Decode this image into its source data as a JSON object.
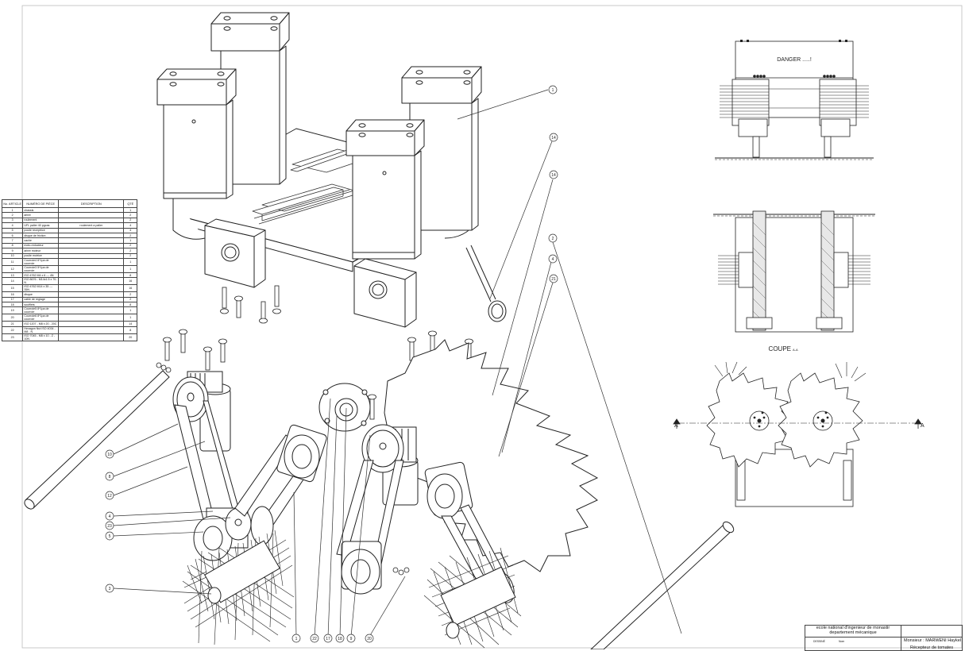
{
  "bom": {
    "headers": {
      "item": "No. ARTICLE",
      "part": "NUMÉRO DE PIÈCE",
      "desc": "DESCRIPTION",
      "qty": "QTÉ"
    },
    "rows": [
      {
        "n": "1",
        "part": "chassis",
        "desc": "",
        "q": "1"
      },
      {
        "n": "2",
        "part": "arbre",
        "desc": "",
        "q": "2"
      },
      {
        "n": "3",
        "part": "roulement",
        "desc": "",
        "q": "2"
      },
      {
        "n": "4",
        "part": "UFL palier 40 pgcas",
        "desc": "roulement a palier",
        "q": "4"
      },
      {
        "n": "5",
        "part": "poulie receptrice",
        "desc": "",
        "q": "4"
      },
      {
        "n": "6",
        "part": "disque de friction",
        "desc": "",
        "q": "2"
      },
      {
        "n": "7",
        "part": "cache",
        "desc": "",
        "q": "1"
      },
      {
        "n": "8",
        "part": "moto-reducteur",
        "desc": "",
        "q": "2"
      },
      {
        "n": "9",
        "part": "arbre moteur",
        "desc": "",
        "q": "2"
      },
      {
        "n": "10",
        "part": "poulie motrice",
        "desc": "",
        "q": "2"
      },
      {
        "n": "11",
        "part": "Courroie4 6*1pa de courroie",
        "desc": "",
        "q": "1"
      },
      {
        "n": "12",
        "part": "Courroie3 5*1pa de courroie",
        "desc": "",
        "q": "1"
      },
      {
        "n": "13",
        "part": "ISO 4762 M4 x 6 --- 4N",
        "desc": "",
        "q": "8"
      },
      {
        "n": "14",
        "part": "ISO 8676 - M14x1.5 x 70-N",
        "desc": "",
        "q": "16"
      },
      {
        "n": "15",
        "part": "ISO 4762 M14 x 35 --- 35N",
        "desc": "",
        "q": "16"
      },
      {
        "n": "16",
        "part": "disque",
        "desc": "",
        "q": "2"
      },
      {
        "n": "17",
        "part": "cable de reglage",
        "desc": "",
        "q": "2"
      },
      {
        "n": "18",
        "part": "soufflets",
        "desc": "",
        "q": "8"
      },
      {
        "n": "19",
        "part": "Courroie5 8*1pa de courroie",
        "desc": "",
        "q": "1"
      },
      {
        "n": "20",
        "part": "Courroie6 8*1pa de courroie",
        "desc": "",
        "q": "1"
      },
      {
        "n": "21",
        "part": "ISO 1207 - M8 x 20 - 20C",
        "desc": "",
        "q": "14"
      },
      {
        "n": "22",
        "part": "Hexagon Nut ISO 4034 - M8 - N",
        "desc": "",
        "q": "8"
      },
      {
        "n": "23",
        "part": "ISO 7045 - M8 x 10 - Z - 10N",
        "desc": "",
        "q": "20"
      }
    ]
  },
  "balloons": {
    "b1a": "1",
    "b14a": "14",
    "b14b": "14",
    "b2a": "2",
    "b4a": "4",
    "b21a": "21",
    "b10": "10",
    "b8": "8",
    "b12": "12",
    "b4b": "4",
    "b23": "23",
    "b5": "5",
    "b3": "3",
    "b1b": "1",
    "b22": "22",
    "b17": "17",
    "b18": "18",
    "b9": "9",
    "b20": "20"
  },
  "views": {
    "danger_label": "DANGER .....!",
    "section_title": "COUPE",
    "section_suffix": "A-A",
    "section_marker_left": "A",
    "section_marker_right": "A"
  },
  "title_block": {
    "school": "ecole national d'ingenieur de monastir",
    "department": "departement mécanique",
    "author": "Monsieur : MARWENI Haykel",
    "drawn_by_label": "DESSINÉ",
    "name_label": "Nom",
    "drawing_title": "Récepteur de tomates"
  }
}
